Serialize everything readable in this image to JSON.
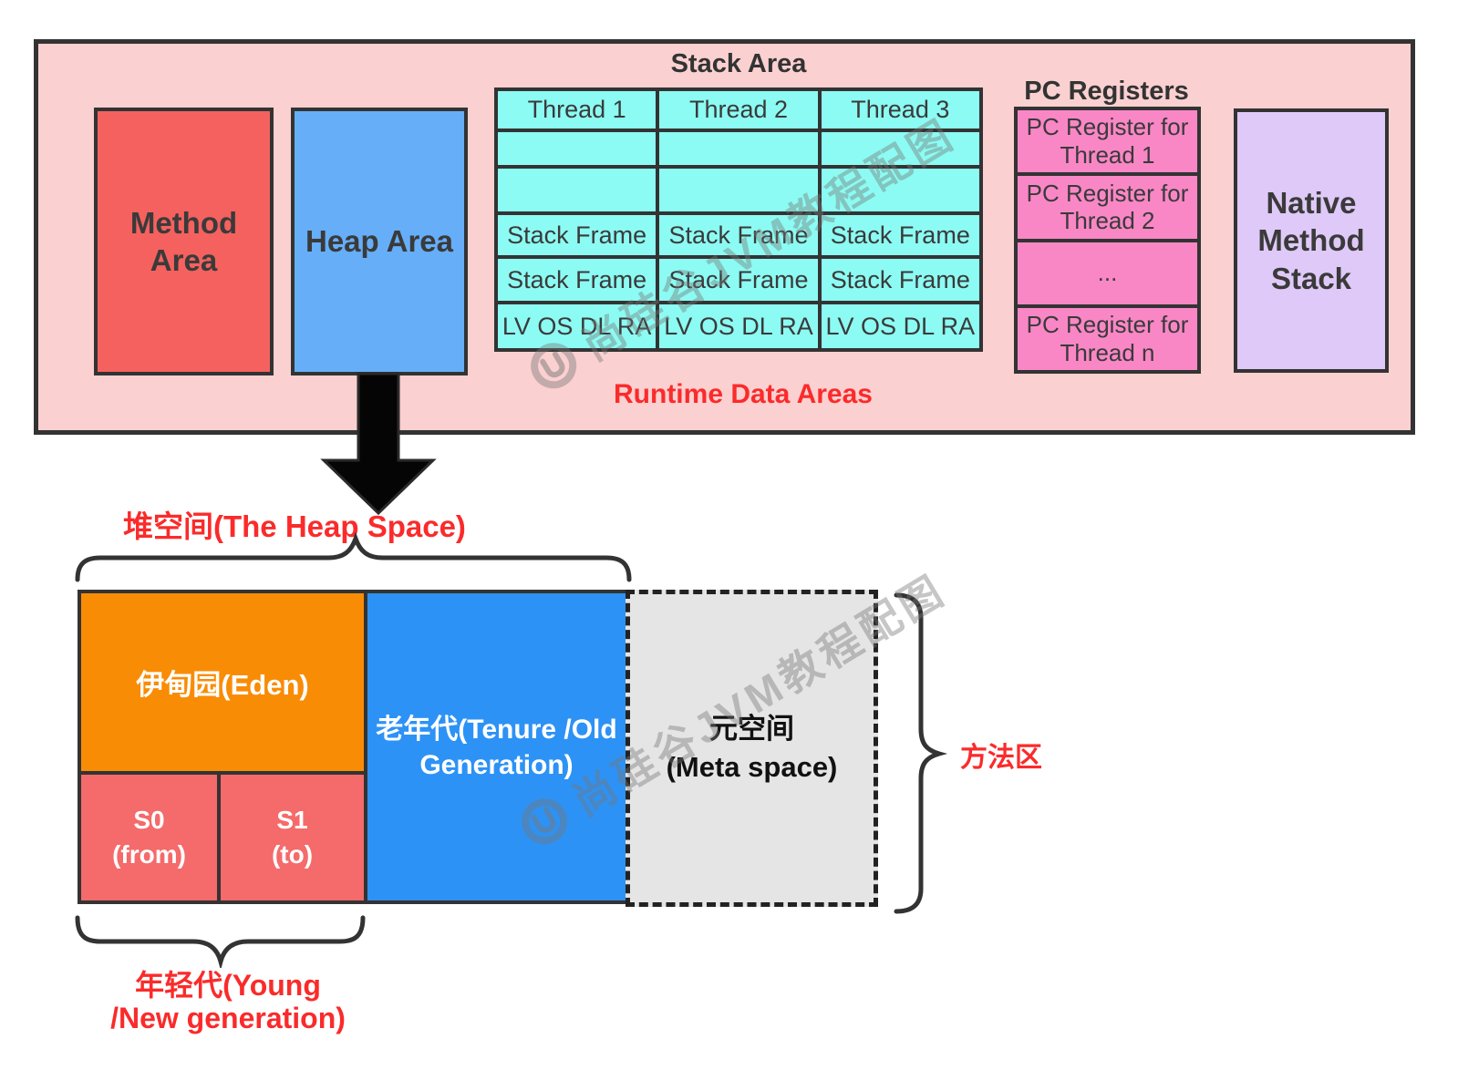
{
  "runtime": {
    "label": "Runtime Data Areas",
    "method_area_label": "Method Area",
    "heap_area_label": "Heap Area",
    "native_method_stack_label": "Native Method Stack",
    "stack": {
      "title": "Stack Area",
      "columns": [
        "Thread 1",
        "Thread 2",
        "Thread 3"
      ],
      "rows": [
        [
          "",
          "",
          ""
        ],
        [
          "",
          "",
          ""
        ],
        [
          "Stack Frame",
          "Stack Frame",
          "Stack Frame"
        ],
        [
          "Stack Frame",
          "Stack Frame",
          "Stack Frame"
        ],
        [
          "LV OS DL RA",
          "LV OS DL RA",
          "LV OS DL RA"
        ]
      ]
    },
    "pc": {
      "title": "PC Registers",
      "cells": [
        "PC Register for\nThread 1",
        "PC Register for\nThread 2",
        "...",
        "PC Register for\nThread n"
      ]
    }
  },
  "heap": {
    "title": "堆空间(The Heap Space)",
    "eden_label": "伊甸园(Eden)",
    "s0_label": "S0\n(from)",
    "s1_label": "S1\n(to)",
    "old_gen_label": "老年代(Tenure /Old Generation)",
    "meta_space_label": "元空间\n(Meta space)",
    "method_area_cn_label": "方法区",
    "young_gen_label": "年轻代(Young\n/New generation)"
  },
  "watermark": {
    "text": "尚硅谷JVM教程配图"
  },
  "colors": {
    "container_pink": "#FBD0D0",
    "method_red": "#F5615E",
    "heap_blue": "#66AEF8",
    "stack_cyan": "#8CFBF3",
    "pc_pink": "#F987C6",
    "native_purple": "#DFC9F8",
    "eden_orange": "#F98C05",
    "survivor_red": "#F56A6A",
    "old_gen_blue": "#2D92F5",
    "meta_gray": "#E5E5E5",
    "accent_red_text": "#FA2B2B",
    "border_dark": "#333333"
  }
}
